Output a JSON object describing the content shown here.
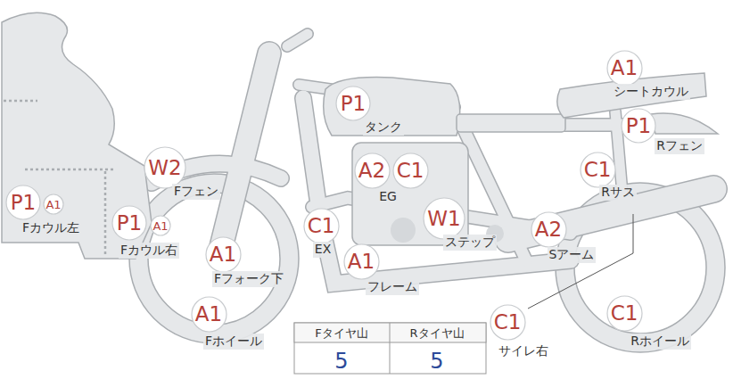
{
  "diagram": {
    "nodes": [
      {
        "text": [
          "A1"
        ]
      },
      {
        "text": [
          "P1"
        ]
      },
      {
        "text": [
          "P1"
        ]
      },
      {
        "text": [
          "W2"
        ]
      },
      {
        "text": [
          "C1"
        ]
      },
      {
        "text": [
          "A2"
        ]
      },
      {
        "text": [
          "C1"
        ]
      },
      {
        "text": [
          "P1"
        ]
      },
      {
        "text": [
          "A1"
        ]
      },
      {
        "text": [
          "P1"
        ]
      },
      {
        "text": [
          "A1"
        ]
      },
      {
        "text": [
          "C1"
        ]
      },
      {
        "text": [
          "W1"
        ]
      },
      {
        "text": [
          "A2"
        ]
      },
      {
        "text": [
          "A1"
        ]
      },
      {
        "text": [
          "A1"
        ]
      },
      {
        "text": [
          "C1"
        ]
      },
      {
        "text": [
          "A1"
        ]
      },
      {
        "text": [
          "C1"
        ]
      }
    ],
    "labels": [
      "シートカウル",
      "タンク",
      "Rフェン",
      "Fフェン",
      "Rサス",
      "EG",
      "Fカウル左",
      "Fカウル右",
      "EX",
      "ステップ",
      "Sアーム",
      "Fフォーク下",
      "フレーム",
      "サイレ右",
      "Fホイール",
      "Rホイール",
      "Fタイヤ山",
      "Rタイヤ山",
      "5",
      "5"
    ]
  }
}
